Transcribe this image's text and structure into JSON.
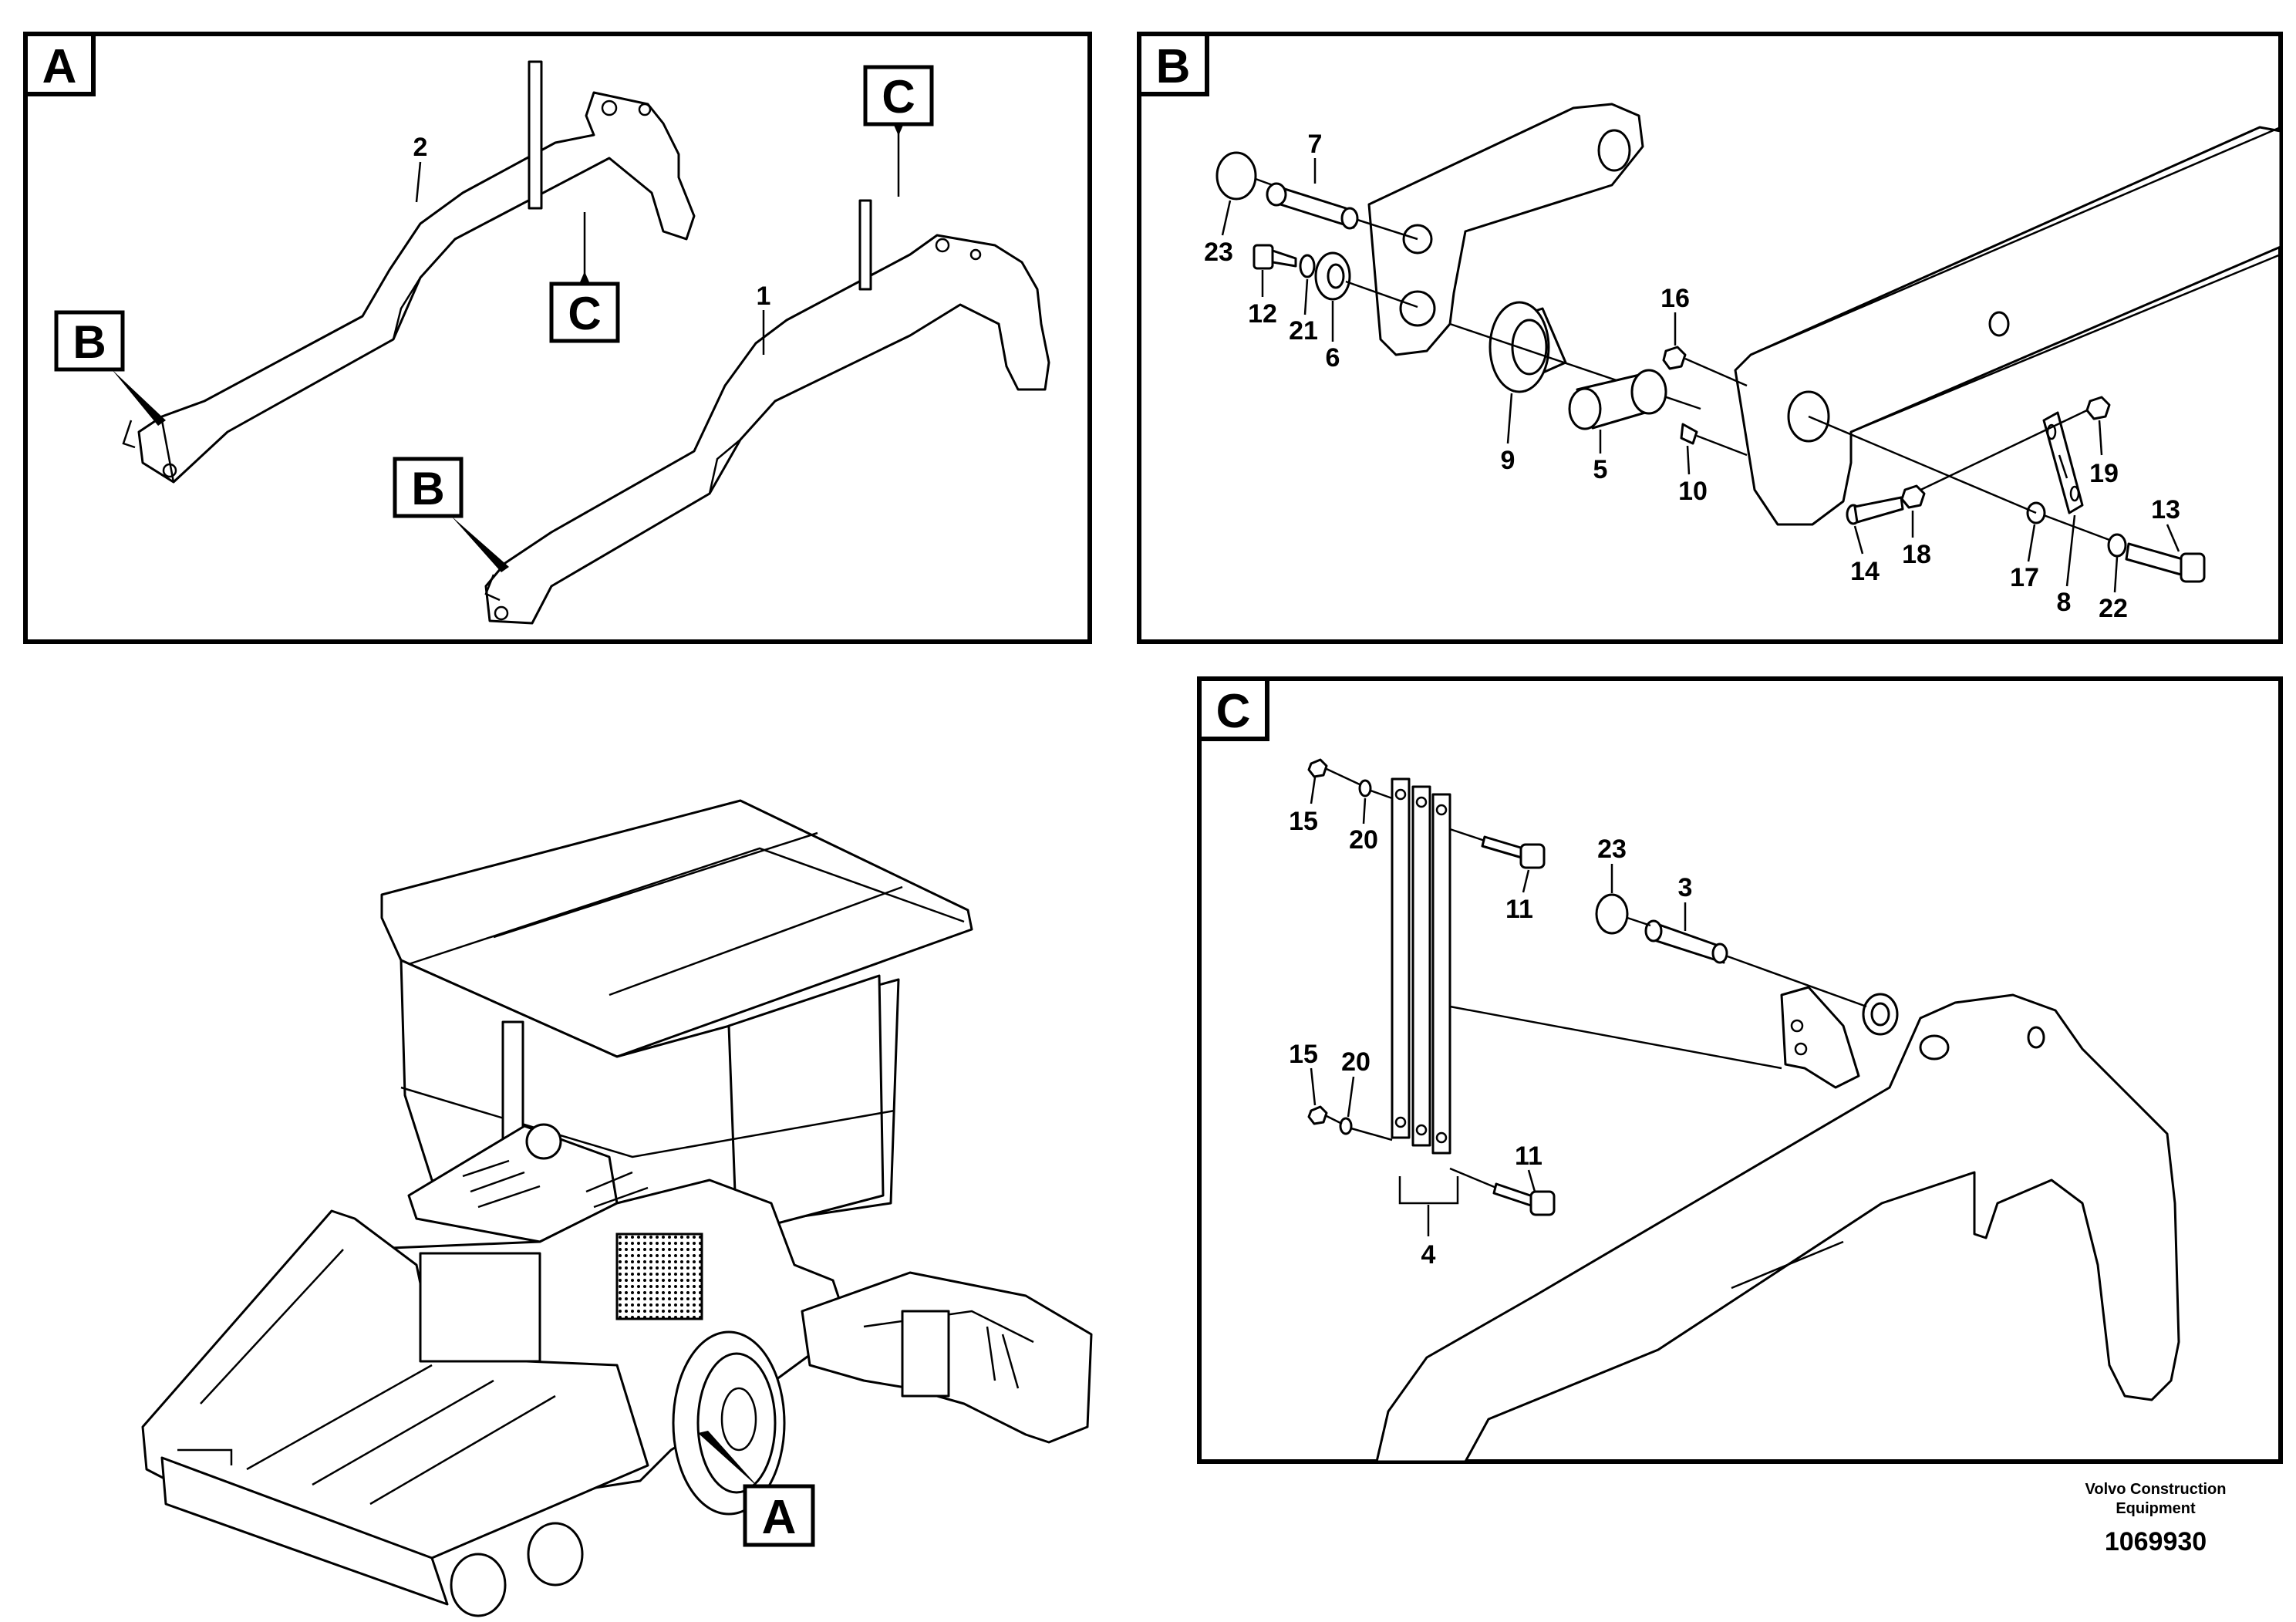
{
  "panels": {
    "a": {
      "letter": "A",
      "labels": {
        "arm2": "2",
        "arm1": "1",
        "callout_c_upper": "C",
        "callout_c_lower": "C",
        "callout_b_left": "B",
        "callout_b_lower": "B"
      }
    },
    "b": {
      "letter": "B",
      "labels": [
        "7",
        "23",
        "12",
        "21",
        "6",
        "16",
        "9",
        "5",
        "10",
        "19",
        "13",
        "14",
        "18",
        "17",
        "8",
        "22"
      ]
    },
    "c": {
      "letter": "C",
      "labels": [
        "15",
        "20",
        "11",
        "23",
        "3",
        "15",
        "20",
        "11",
        "4"
      ]
    }
  },
  "machine_callout": "A",
  "footer": {
    "company_line1": "Volvo Construction",
    "company_line2": "Equipment",
    "drawing_number": "1069930"
  }
}
